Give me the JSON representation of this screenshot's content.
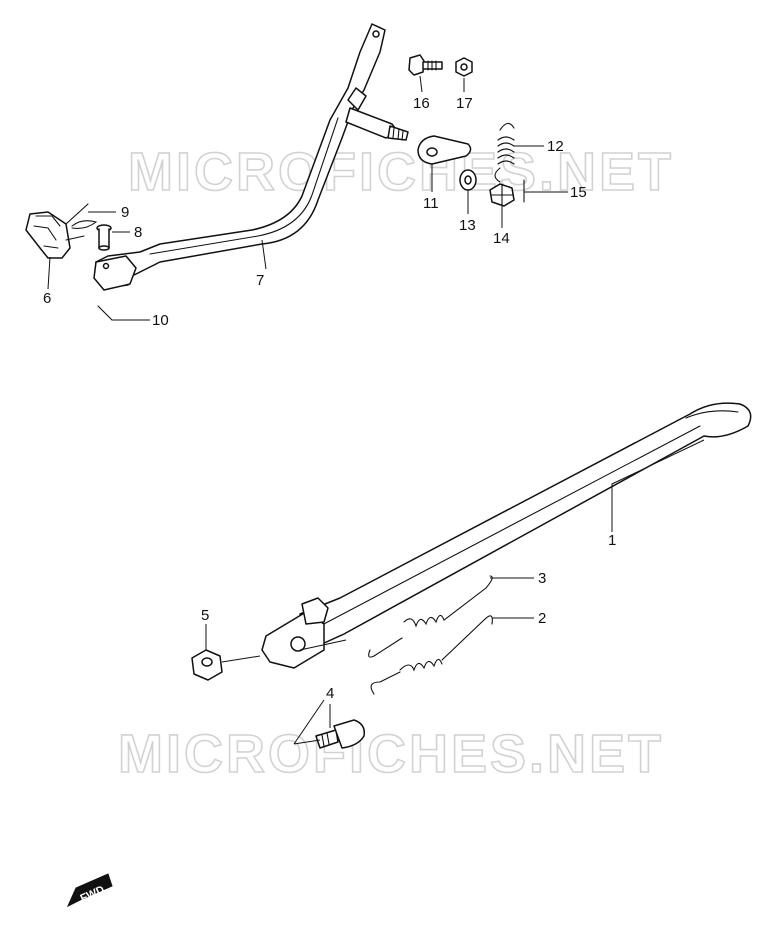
{
  "watermark": {
    "text": "MICROFICHES.NET",
    "color": "#d2d2d2"
  },
  "direction_badge": {
    "text": "FWD"
  },
  "callouts": [
    {
      "id": "c1",
      "number": "1"
    },
    {
      "id": "c2",
      "number": "2"
    },
    {
      "id": "c3",
      "number": "3"
    },
    {
      "id": "c4",
      "number": "4"
    },
    {
      "id": "c5",
      "number": "5"
    },
    {
      "id": "c6",
      "number": "6"
    },
    {
      "id": "c7",
      "number": "7"
    },
    {
      "id": "c8",
      "number": "8"
    },
    {
      "id": "c9",
      "number": "9"
    },
    {
      "id": "c10",
      "number": "10"
    },
    {
      "id": "c11",
      "number": "11"
    },
    {
      "id": "c12",
      "number": "12"
    },
    {
      "id": "c13",
      "number": "13"
    },
    {
      "id": "c14",
      "number": "14"
    },
    {
      "id": "c15",
      "number": "15"
    },
    {
      "id": "c16",
      "number": "16"
    },
    {
      "id": "c17",
      "number": "17"
    }
  ]
}
